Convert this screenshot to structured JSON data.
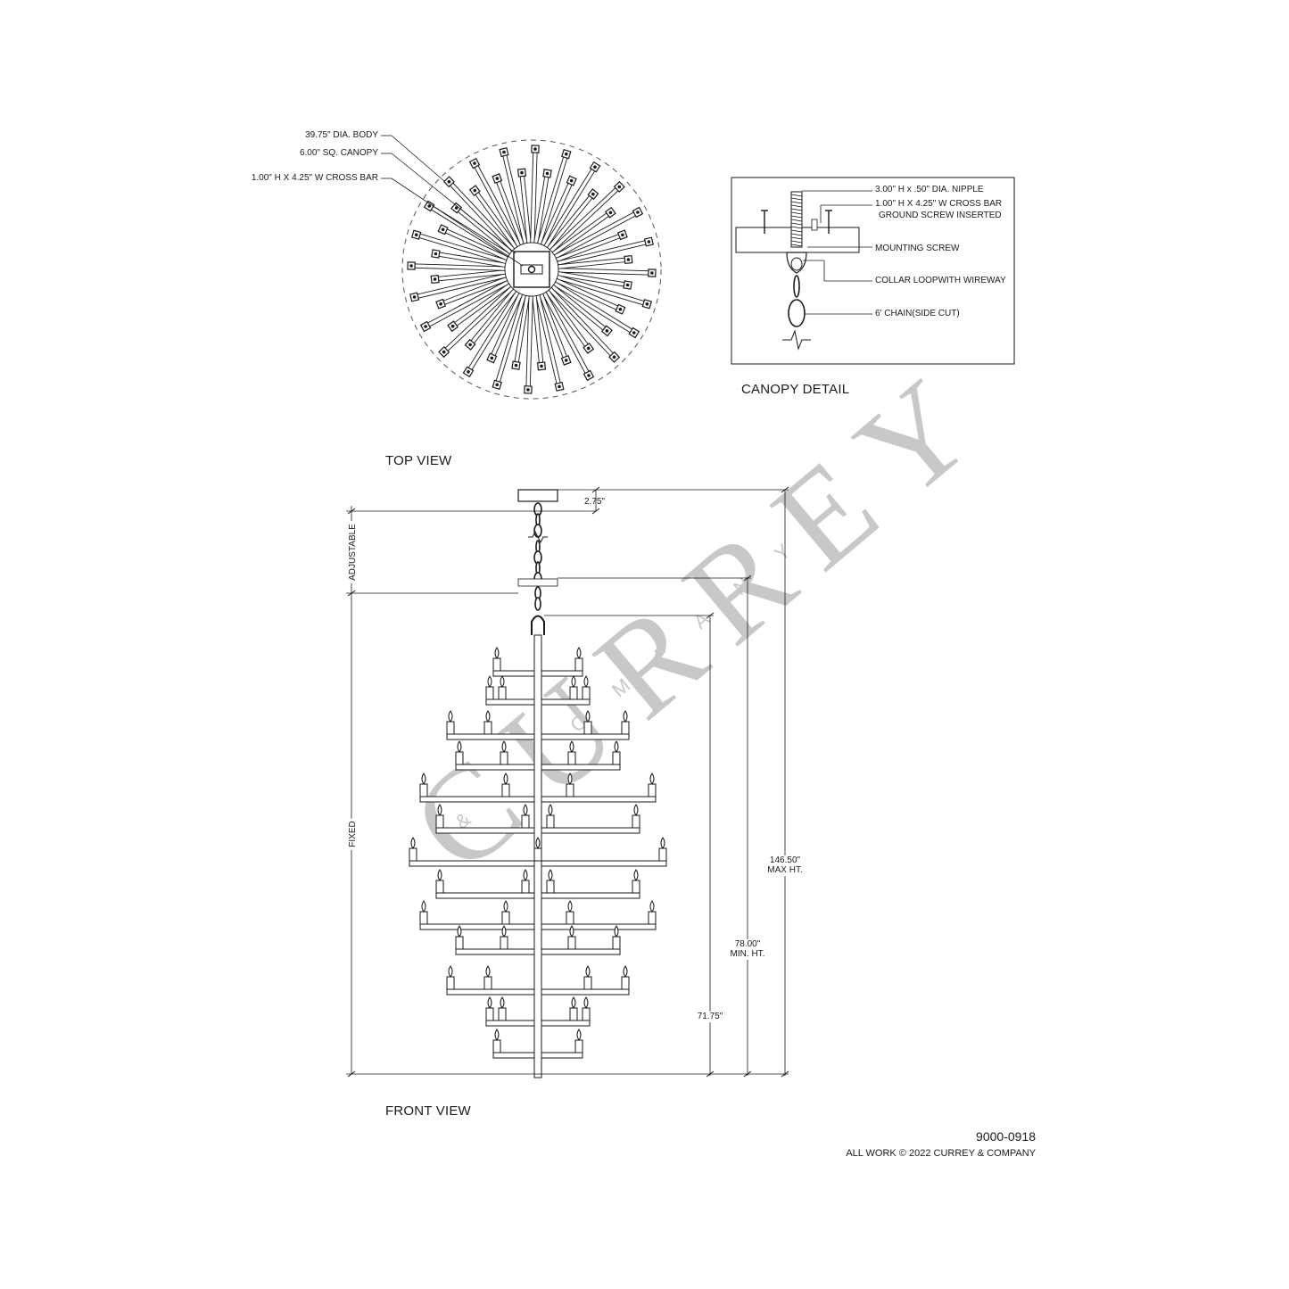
{
  "views": {
    "top_view": "TOP VIEW",
    "canopy_detail": "CANOPY DETAIL",
    "front_view": "FRONT VIEW"
  },
  "top_labels": {
    "body": "39.75\" DIA. BODY",
    "canopy": "6.00\" SQ. CANOPY",
    "crossbar": "1.00\" H X 4.25\" W CROSS BAR"
  },
  "canopy_labels": {
    "nipple": "3.00\" H x .50\" DIA. NIPPLE",
    "crossbar_1": "1.00\" H X 4.25\" W CROSS BAR",
    "crossbar_2": "GROUND SCREW INSERTED",
    "mounting": "MOUNTING SCREW",
    "collar": "COLLAR LOOPWITH WIREWAY",
    "chain": "6' CHAIN(SIDE CUT)"
  },
  "front_labels": {
    "canopy_h": "2.75\"",
    "adjustable": "ADJUSTABLE",
    "fixed": "FIXED",
    "max_1": "146.50\"",
    "max_2": "MAX HT.",
    "min_1": "78.00\"",
    "min_2": "MIN. HT.",
    "body_h": "71.75\""
  },
  "footer": {
    "model": "9000-0918",
    "copyright": "ALL WORK © 2022 CURREY & COMPANY"
  },
  "watermark": {
    "big": "CURREY",
    "small": "& COMPANY"
  }
}
